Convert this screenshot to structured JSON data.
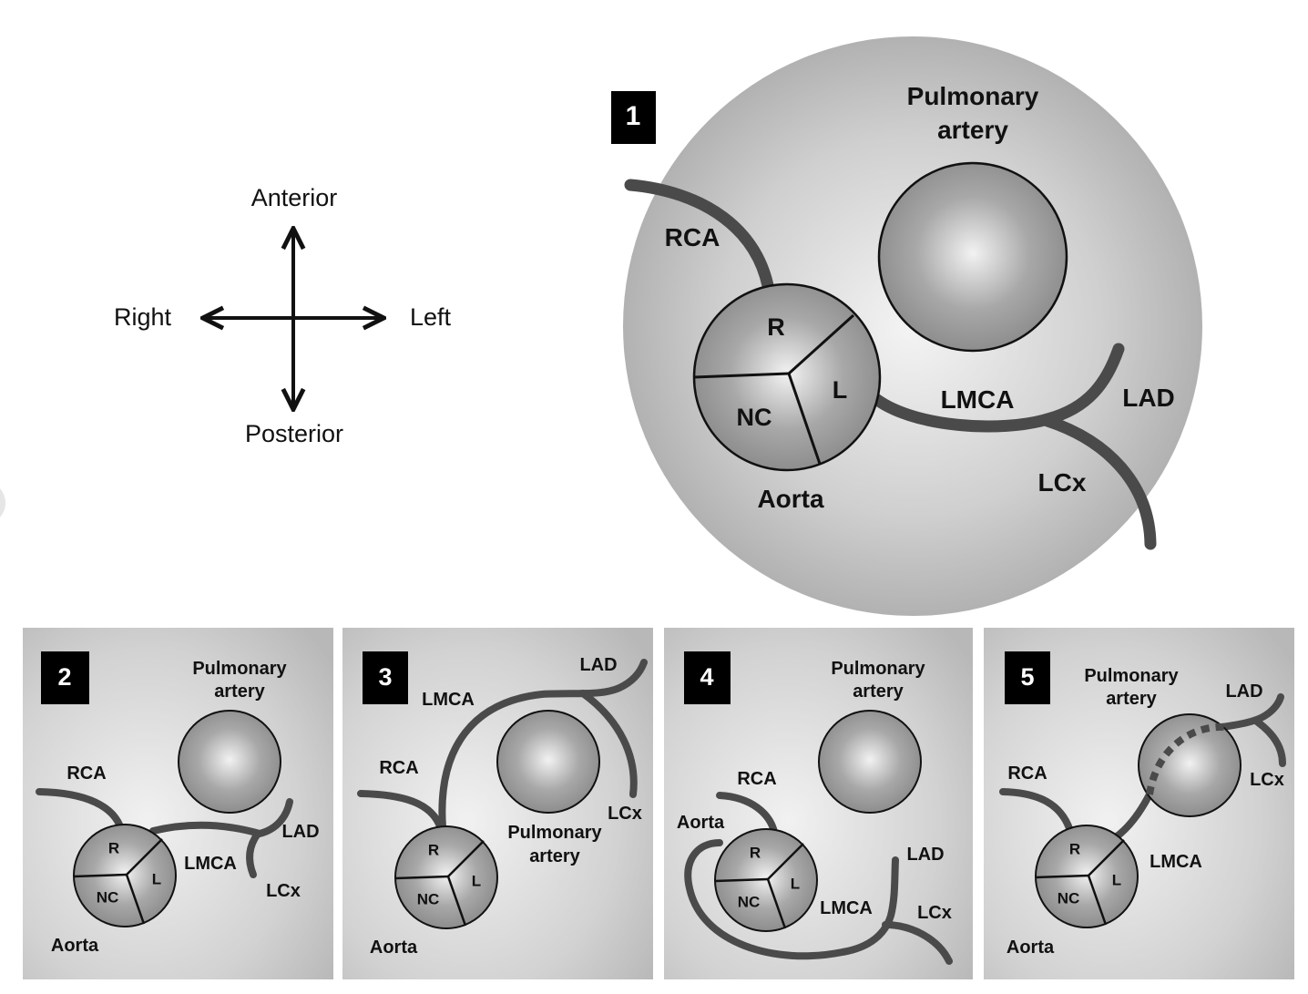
{
  "compass": {
    "anterior": "Anterior",
    "posterior": "Posterior",
    "right": "Right",
    "left": "Left"
  },
  "leaflets": {
    "right": "R",
    "left": "L",
    "noncoronary": "NC"
  },
  "panel1": {
    "number": "1",
    "pulmonary_line1": "Pulmonary",
    "pulmonary_line2": "artery",
    "rca": "RCA",
    "lmca": "LMCA",
    "lad": "LAD",
    "lcx": "LCx",
    "aorta": "Aorta"
  },
  "panel2": {
    "number": "2",
    "pulmonary_line1": "Pulmonary",
    "pulmonary_line2": "artery",
    "rca": "RCA",
    "lmca": "LMCA",
    "lad": "LAD",
    "lcx": "LCx",
    "aorta": "Aorta"
  },
  "panel3": {
    "number": "3",
    "pulmonary_line1": "Pulmonary",
    "pulmonary_line2": "artery",
    "rca": "RCA",
    "lmca": "LMCA",
    "lad": "LAD",
    "lcx": "LCx",
    "aorta": "Aorta"
  },
  "panel4": {
    "number": "4",
    "pulmonary_line1": "Pulmonary",
    "pulmonary_line2": "artery",
    "rca": "RCA",
    "lmca": "LMCA",
    "lad": "LAD",
    "lcx": "LCx",
    "aorta": "Aorta"
  },
  "panel5": {
    "number": "5",
    "pulmonary_line1": "Pulmonary",
    "pulmonary_line2": "artery",
    "rca": "RCA",
    "lmca": "LMCA",
    "lad": "LAD",
    "lcx": "LCx",
    "aorta": "Aorta"
  }
}
